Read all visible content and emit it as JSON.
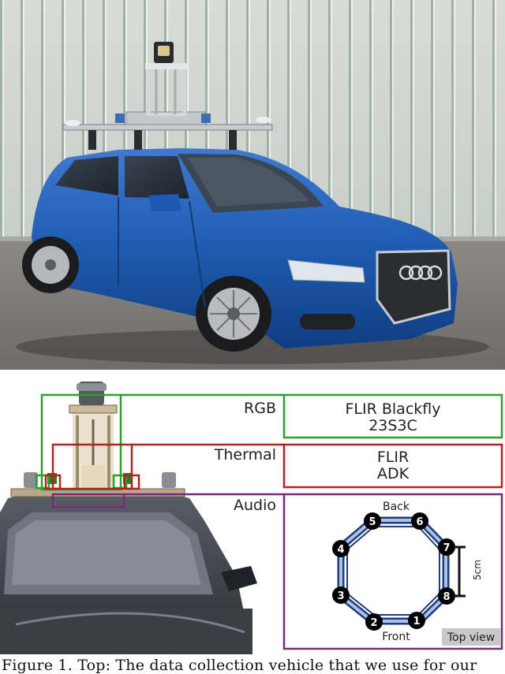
{
  "figure": {
    "rows": [
      {
        "label": "RGB",
        "box_lines": [
          "FLIR Blackfly",
          "23S3C"
        ],
        "color": "#2ca02c"
      },
      {
        "label": "Thermal",
        "box_lines": [
          "FLIR",
          "ADK"
        ],
        "color": "#b22222"
      },
      {
        "label": "Audio",
        "color": "#7a2a7a"
      }
    ],
    "mic_array": {
      "top_label": "Back",
      "bottom_label": "Front",
      "scale_label": "5cm",
      "view_badge": "Top view",
      "mic_ids": [
        "1",
        "2",
        "3",
        "4",
        "5",
        "6",
        "7",
        "8"
      ]
    }
  },
  "caption": "Figure 1. Top: The data collection vehicle that we use for our"
}
